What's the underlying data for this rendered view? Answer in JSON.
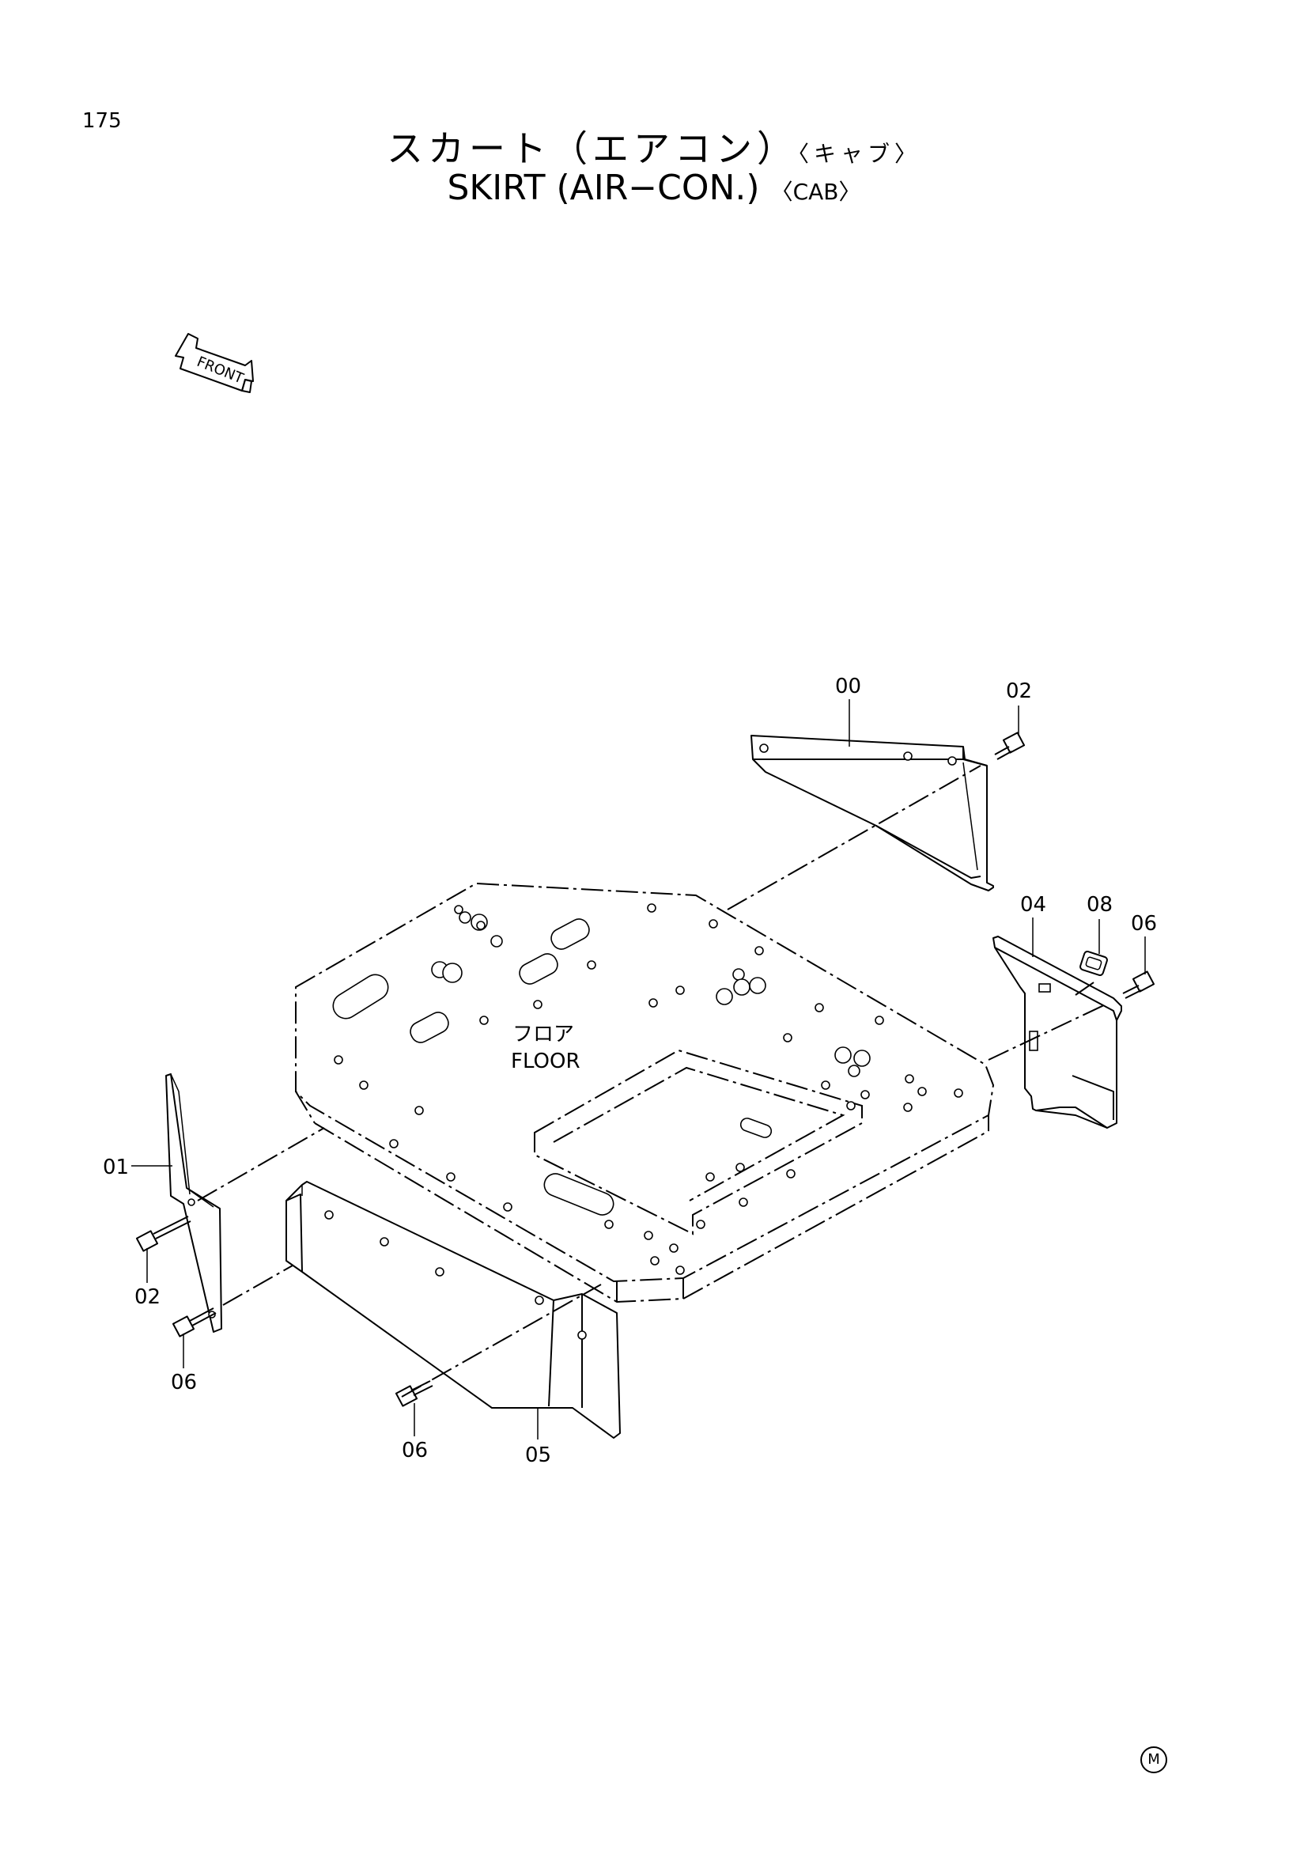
{
  "page": {
    "number": "175",
    "title_jp": "スカート（エアコン）",
    "title_jp_tag": "〈キャブ〉",
    "title_en": "SKIRT (AIR−CON.)",
    "title_en_tag": "〈CAB〉",
    "footer_mark": "M"
  },
  "diagram": {
    "front_arrow_label": "FRONT",
    "floor_label_jp": "フロア",
    "floor_label_en": "FLOOR",
    "callouts": [
      "00",
      "02",
      "04",
      "08",
      "06",
      "01",
      "02",
      "06",
      "06",
      "05"
    ]
  }
}
